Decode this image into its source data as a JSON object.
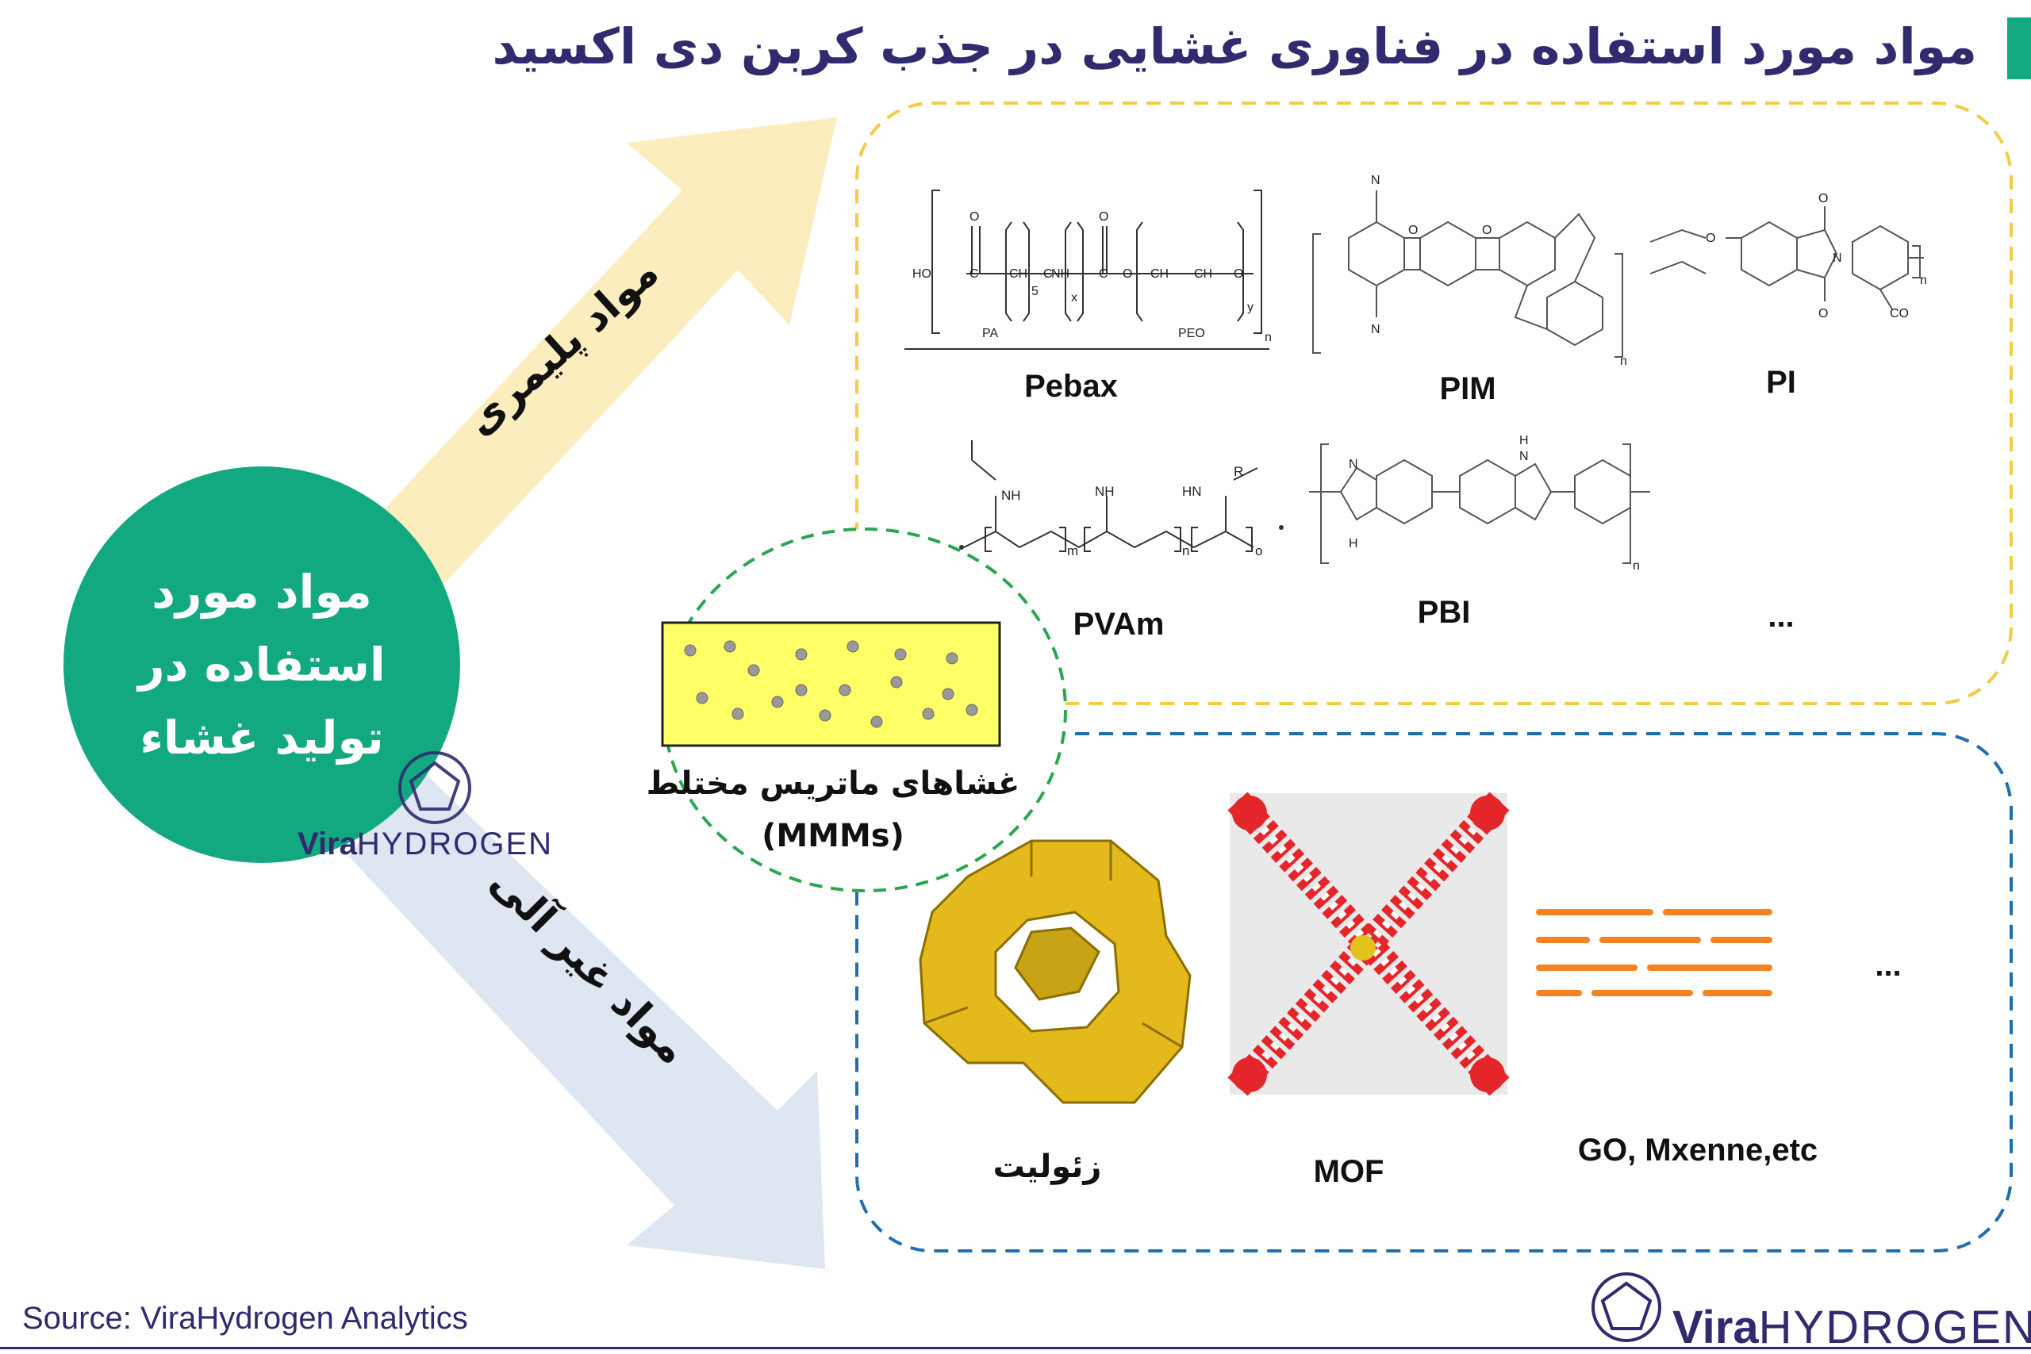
{
  "title": "مواد مورد استفاده در فناوری غشایی در جذب کربن دی اکسید",
  "center_node": {
    "lines": [
      "مواد مورد",
      "استفاده در",
      "تولید غشاء"
    ]
  },
  "branches": {
    "polymer": "مواد پلیمری",
    "inorganic": "مواد غیر آلی"
  },
  "mmm": {
    "line1": "غشاهای ماتریس مختلط",
    "line2": "(MMMs)"
  },
  "polymer_items": [
    {
      "label": "Pebax"
    },
    {
      "label": "PIM"
    },
    {
      "label": "PI"
    },
    {
      "label": "PVAm"
    },
    {
      "label": "PBI"
    },
    {
      "label": "..."
    }
  ],
  "pebax_struct": {
    "ho": "HO",
    "c": "C",
    "ch2": "CH",
    "sub5": "5",
    "nh": "NH",
    "x": "x",
    "o": "O",
    "y": "y",
    "n": "n",
    "pa": "PA",
    "peo": "PEO"
  },
  "pvam_struct": {
    "nh_left": "NH",
    "nh2": "NH",
    "nh_right": "HN",
    "r": "R",
    "m": "m",
    "n": "n",
    "o": "o"
  },
  "pbi_struct": {
    "n1": "N",
    "h1": "H",
    "n2": "N",
    "h2": "H",
    "n": "n"
  },
  "pi_struct": {
    "o": "O",
    "n": "N",
    "co": "CO",
    "sub_n": "n"
  },
  "pim_struct": {
    "cn": "N",
    "o": "O",
    "n": "n"
  },
  "inorganic_items": [
    {
      "label": "زئولیت"
    },
    {
      "label": "MOF"
    },
    {
      "label": "GO, Mxenne,etc"
    },
    {
      "label": "..."
    }
  ],
  "source": "Source: ViraHydrogen Analytics",
  "logo": {
    "bold": "Vira",
    "thin": "HYDROGEN"
  },
  "colors": {
    "title": "#2f2b6e",
    "accent_green": "#13a980",
    "polymer_border": "#f2cc46",
    "inorganic_border": "#1f6fb0",
    "mmm_border": "#2aa650",
    "arrow_up": "#fbedbd",
    "arrow_down": "#dde6f1",
    "zeolite": "#e3b91c",
    "mof_red": "#e4262b",
    "go_orange": "#f58220"
  }
}
